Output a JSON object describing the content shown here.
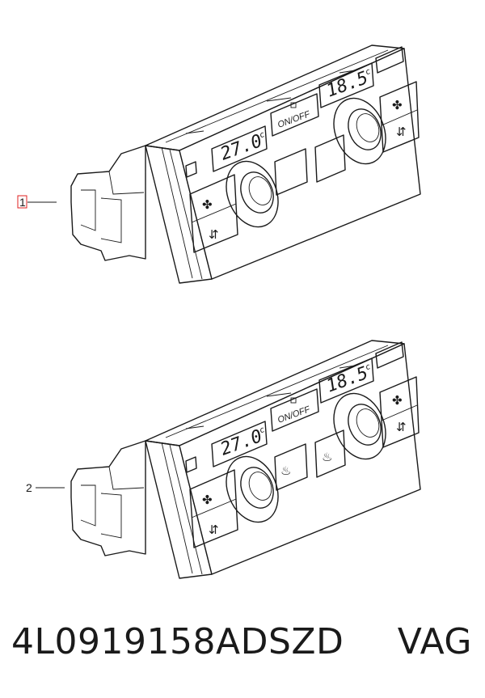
{
  "units": [
    {
      "callout": "1",
      "callout_highlighted": true,
      "left_temp": "27.0",
      "right_temp": "18.5",
      "deg_symbol": "c",
      "onoff_label": "ON/OFF",
      "has_seat_heat": false
    },
    {
      "callout": "2",
      "callout_highlighted": false,
      "left_temp": "27.0",
      "right_temp": "18.5",
      "deg_symbol": "c",
      "onoff_label": "ON/OFF",
      "has_seat_heat": true
    }
  ],
  "icons": {
    "fan": "✤",
    "air_direction": "⇵",
    "seat": "♨"
  },
  "footer": {
    "part_number": "4L0919158ADSZD",
    "brand": "VAG"
  },
  "colors": {
    "line": "#1a1a1a",
    "callout_highlight": "#e02020"
  }
}
